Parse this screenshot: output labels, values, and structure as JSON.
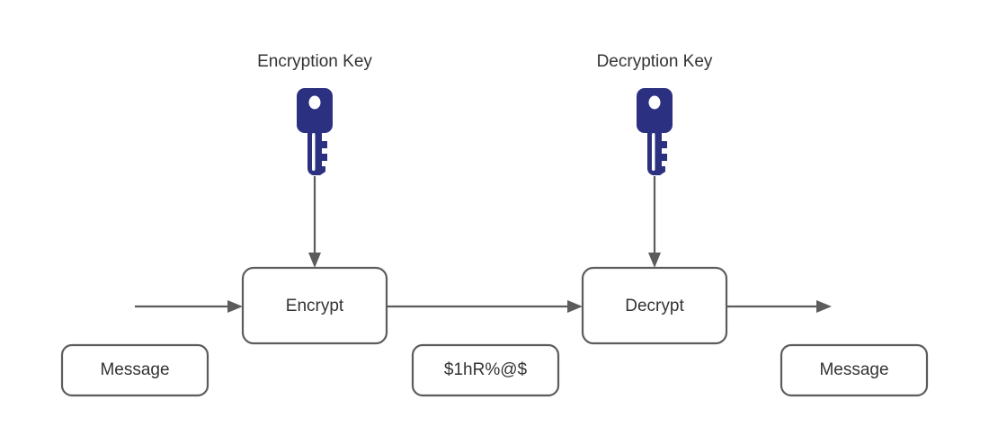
{
  "diagram": {
    "title": "Symmetric/Asymmetric encryption flow",
    "colors": {
      "key": "#2b3180",
      "stroke": "#5c5c5c",
      "text": "#333333",
      "background": "#ffffff"
    },
    "keys": [
      {
        "id": "encryption-key",
        "caption": "Encryption Key",
        "icon": "key-icon"
      },
      {
        "id": "decryption-key",
        "caption": "Decryption Key",
        "icon": "key-icon"
      }
    ],
    "nodes": [
      {
        "id": "encrypt-box",
        "label": "Encrypt"
      },
      {
        "id": "decrypt-box",
        "label": "Decrypt"
      }
    ],
    "data_boxes": [
      {
        "id": "plaintext-input-box",
        "label": "Message"
      },
      {
        "id": "ciphertext-box",
        "label": "$1hR%@$"
      },
      {
        "id": "plaintext-output-box",
        "label": "Message"
      }
    ],
    "edges": [
      {
        "id": "input-to-encrypt",
        "from": "Message",
        "to": "Encrypt",
        "direction": "right"
      },
      {
        "id": "encryption-key-to-encrypt",
        "from": "Encryption Key",
        "to": "Encrypt",
        "direction": "down"
      },
      {
        "id": "encrypt-to-decrypt",
        "from": "Encrypt",
        "to": "Decrypt",
        "direction": "right"
      },
      {
        "id": "decryption-key-to-decrypt",
        "from": "Decryption Key",
        "to": "Decrypt",
        "direction": "down"
      },
      {
        "id": "decrypt-to-output",
        "from": "Decrypt",
        "to": "Message",
        "direction": "right"
      }
    ]
  }
}
